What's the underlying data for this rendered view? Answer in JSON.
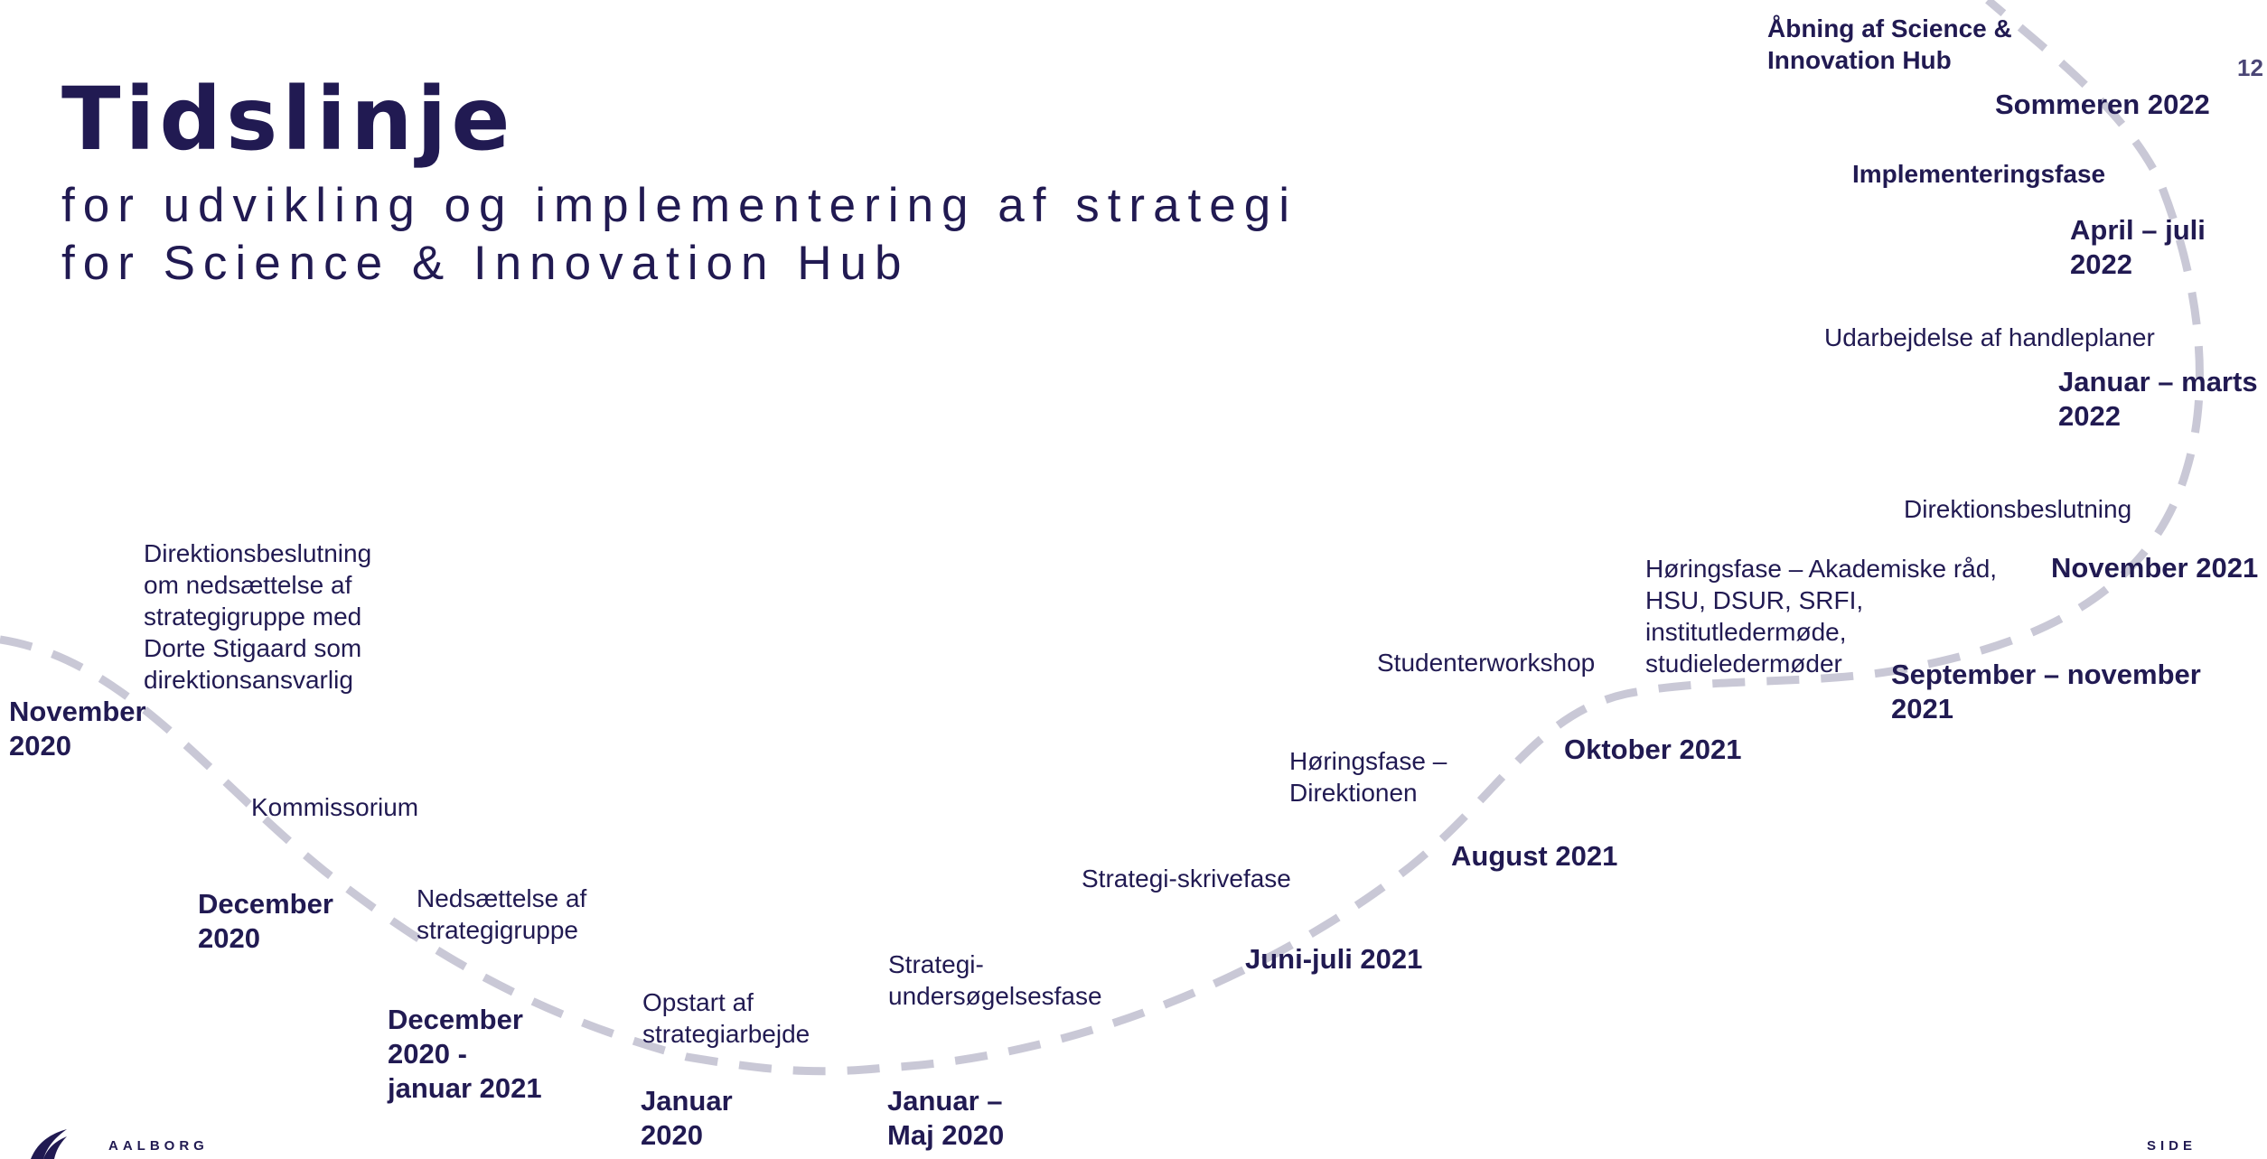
{
  "slide": {
    "title": "Tidslinje",
    "subtitle_lines": [
      "for udvikling og implementering af strategi",
      "for Science & Innovation Hub"
    ],
    "page_number": "12",
    "footer_label": "SIDE",
    "logo_text": "AALBORG"
  },
  "timeline": {
    "events": [
      {
        "date_lines": [
          "November",
          "2020"
        ],
        "desc_lines": [
          "Direktionsbeslutning",
          "om nedsættelse af",
          "strategigruppe med",
          "Dorte Stigaard som",
          "direktionsansvarlig"
        ]
      },
      {
        "date_lines": [
          "December",
          "2020"
        ],
        "desc_lines": [
          "Kommissorium"
        ]
      },
      {
        "date_lines": [
          "December",
          "2020 -",
          "januar 2021"
        ],
        "desc_lines": [
          "Nedsættelse af",
          "strategigruppe"
        ]
      },
      {
        "date_lines": [
          "Januar",
          "2020"
        ],
        "desc_lines": [
          "Opstart af",
          "strategiarbejde"
        ]
      },
      {
        "date_lines": [
          "Januar –",
          "Maj 2020"
        ],
        "desc_lines": [
          "Strategi-",
          "undersøgelsesfase"
        ]
      },
      {
        "date_lines": [
          "Juni-juli 2021"
        ],
        "desc_lines": [
          "Strategi-skrivefase"
        ]
      },
      {
        "date_lines": [
          "August 2021"
        ],
        "desc_lines": [
          "Høringsfase –",
          "Direktionen"
        ]
      },
      {
        "date_lines": [
          "Oktober 2021"
        ],
        "desc_lines": [
          "Studenterworkshop"
        ]
      },
      {
        "date_lines": [
          "September – november",
          "2021"
        ],
        "desc_lines": [
          "Høringsfase – Akademiske råd,",
          "HSU, DSUR, SRFI,",
          "institutledermøde,",
          "studieledermøder"
        ]
      },
      {
        "date_lines": [
          "November 2021"
        ],
        "desc_lines": [
          "Direktionsbeslutning"
        ]
      },
      {
        "date_lines": [
          "Januar – marts",
          "2022"
        ],
        "desc_lines": [
          "Udarbejdelse af handleplaner"
        ]
      },
      {
        "date_lines": [
          "April – juli",
          "2022"
        ],
        "desc_lines": [
          "Implementeringsfase"
        ]
      },
      {
        "date_lines": [
          "Sommeren 2022"
        ],
        "desc_lines": [
          "Åbning af Science &",
          "Innovation Hub"
        ]
      }
    ]
  },
  "colors": {
    "navy": "#211a52",
    "path": "#c9c8d6",
    "background": "#ffffff"
  }
}
